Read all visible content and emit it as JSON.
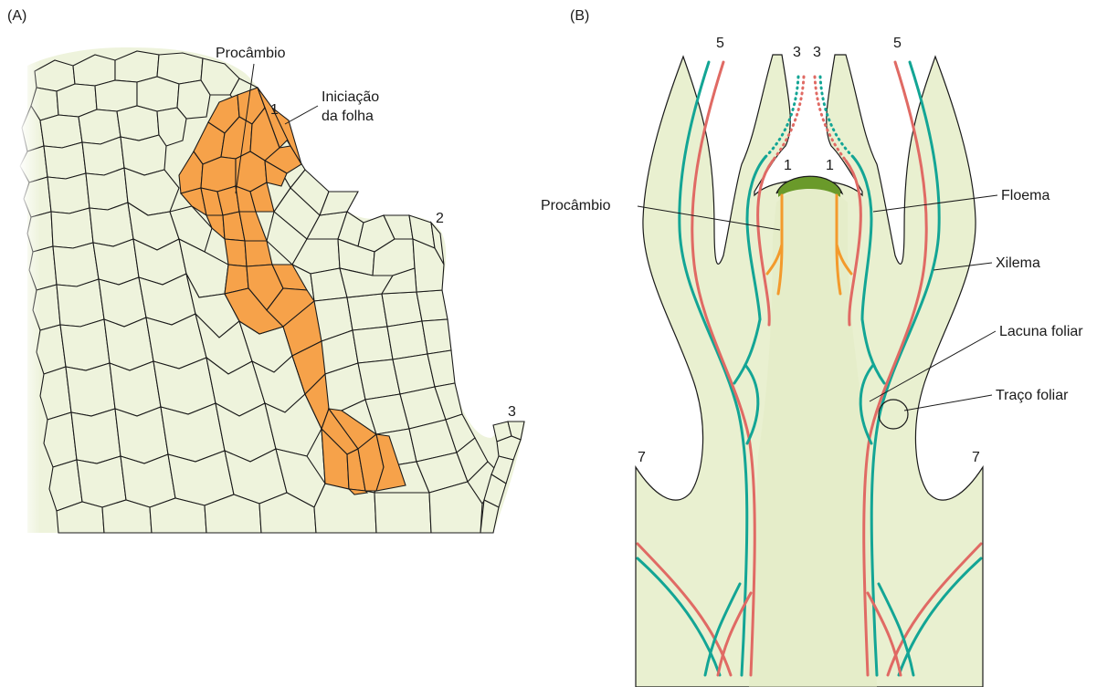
{
  "panel_a": {
    "tag": "(A)",
    "labels": {
      "procambio": "Procâmbio",
      "iniciacao_line1": "Iniciação",
      "iniciacao_line2": "da folha",
      "primordium_1": "1",
      "primordium_2": "2",
      "primordium_3": "3"
    }
  },
  "panel_b": {
    "tag": "(B)",
    "labels": {
      "procambio": "Procâmbio",
      "floema": "Floema",
      "xilema": "Xilema",
      "lacuna": "Lacuna foliar",
      "traco": "Traço foliar",
      "n5_left": "5",
      "n5_right": "5",
      "n3_left": "3",
      "n3_right": "3",
      "n1_left": "1",
      "n1_right": "1",
      "n7_left": "7",
      "n7_right": "7"
    }
  },
  "colors": {
    "tissue": "#e9f0d0",
    "procambium_cells": "#f6a24a",
    "xylem": "#e06a64",
    "phloem": "#13a595",
    "procambium_strand": "#f39a2c",
    "apex": "#6a9a2a"
  }
}
